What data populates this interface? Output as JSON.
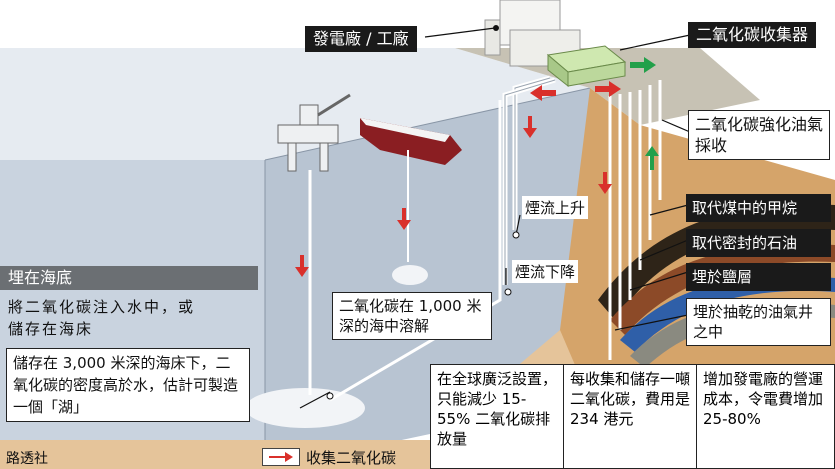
{
  "labels": {
    "plant": "發電廠 / 工廠",
    "collector": "二氧化碳收集器",
    "eor": "二氧化碳強化油氣採收",
    "coal": "取代煤中的甲烷",
    "oil": "取代密封的石油",
    "salt": "埋於鹽層",
    "depleted": "埋於抽乾的油氣井之中",
    "smoke_up": "煙流上升",
    "smoke_down": "煙流下降",
    "dissolve": "二氧化碳在 1,000 米深的海中溶解"
  },
  "seabed": {
    "title": "埋在海底",
    "text": "將二氧化碳注入水中，或儲存在海床",
    "lake": "儲存在 3,000 米深的海床下，二氧化碳的密度高於水，估計可製造一個「湖」"
  },
  "info": {
    "col1": "在全球廣泛設置，只能減少 15-55% 二氧化碳排放量",
    "col2": "每收集和儲存一噸二氧化碳，費用是 234 港元",
    "col3": "增加發電廠的營運成本，令電費增加 25-80%"
  },
  "legend": {
    "text": "收集二氧化碳"
  },
  "credit": "路透社",
  "colors": {
    "arrow": "#d9302b",
    "green_arrow": "#22a04a",
    "collector": "#cfe8b0",
    "sea": "#c9d3df",
    "water_top": "#e6ebf1"
  }
}
